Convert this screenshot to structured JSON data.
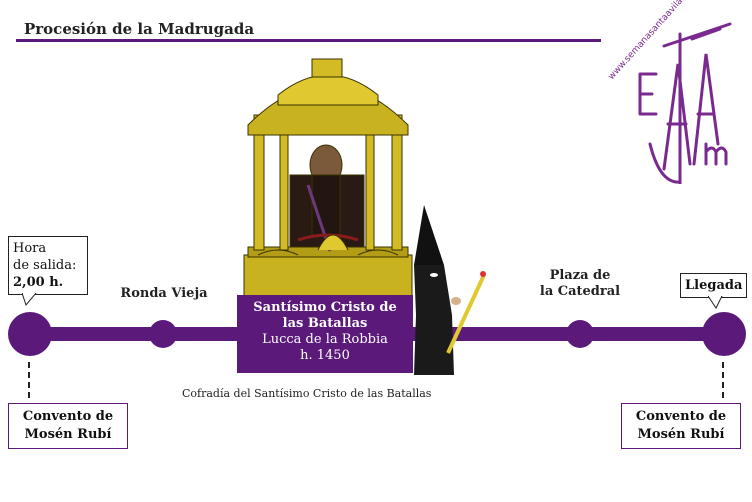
{
  "header": {
    "title": "Procesión de la Madrugada"
  },
  "logo": {
    "url_text": "www.semanasantaavila.com"
  },
  "start": {
    "callout_line1": "Hora",
    "callout_line2": "de salida:",
    "callout_time": "2,00 h.",
    "place_line1": "Convento de",
    "place_line2": "Mosén Rubí"
  },
  "stops": [
    {
      "label_line1": "Ronda Vieja",
      "label_line2": ""
    },
    {
      "label_line1": "Plaza de",
      "label_line2": "la Catedral"
    }
  ],
  "end": {
    "callout": "Llegada",
    "place_line1": "Convento de",
    "place_line2": "Mosén Rubí"
  },
  "image_info": {
    "name_line1": "Santísimo Cristo de",
    "name_line2": "las Batallas",
    "author": "Lucca de la Robbia",
    "year": "h. 1450"
  },
  "caption": "Cofradía del Santísimo Cristo de las Batallas",
  "colors": {
    "brand_purple": "#5b1a7a",
    "gold": "#c9b21f",
    "logo_purple": "#7a2a8f"
  }
}
